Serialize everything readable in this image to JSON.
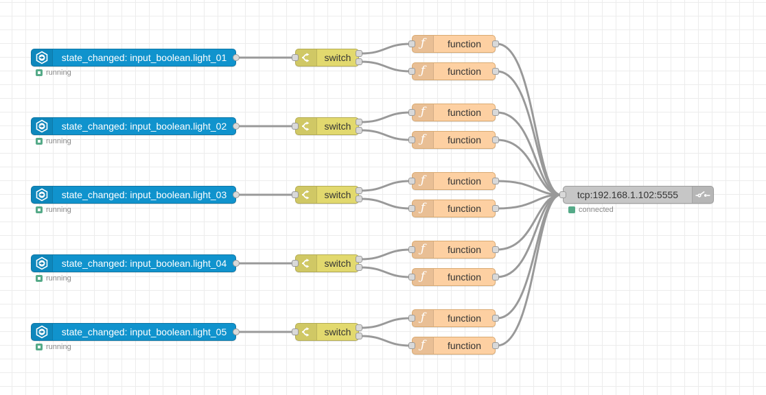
{
  "app": {
    "name": "Node-RED flow editor canvas"
  },
  "colors": {
    "trigger_node": "#1093cd",
    "switch_node": "#e2d96e",
    "function_node": "#fdd0a2",
    "tcp_node": "#c6c6c6",
    "status_green": "#55aa88",
    "wire": "#999999"
  },
  "rows": [
    {
      "trigger_label": "state_changed: input_boolean.light_01",
      "trigger_status": "running",
      "switch_label": "switch",
      "function_labels": [
        "function",
        "function"
      ]
    },
    {
      "trigger_label": "state_changed: input_boolean.light_02",
      "trigger_status": "running",
      "switch_label": "switch",
      "function_labels": [
        "function",
        "function"
      ]
    },
    {
      "trigger_label": "state_changed: input_boolean.light_03",
      "trigger_status": "running",
      "switch_label": "switch",
      "function_labels": [
        "function",
        "function"
      ]
    },
    {
      "trigger_label": "state_changed: input_boolean.light_04",
      "trigger_status": "running",
      "switch_label": "switch",
      "function_labels": [
        "function",
        "function"
      ]
    },
    {
      "trigger_label": "state_changed: input_boolean.light_05",
      "trigger_status": "running",
      "switch_label": "switch",
      "function_labels": [
        "function",
        "function"
      ]
    }
  ],
  "tcp": {
    "label": "tcp:192.168.1.102:5555",
    "status": "connected"
  }
}
